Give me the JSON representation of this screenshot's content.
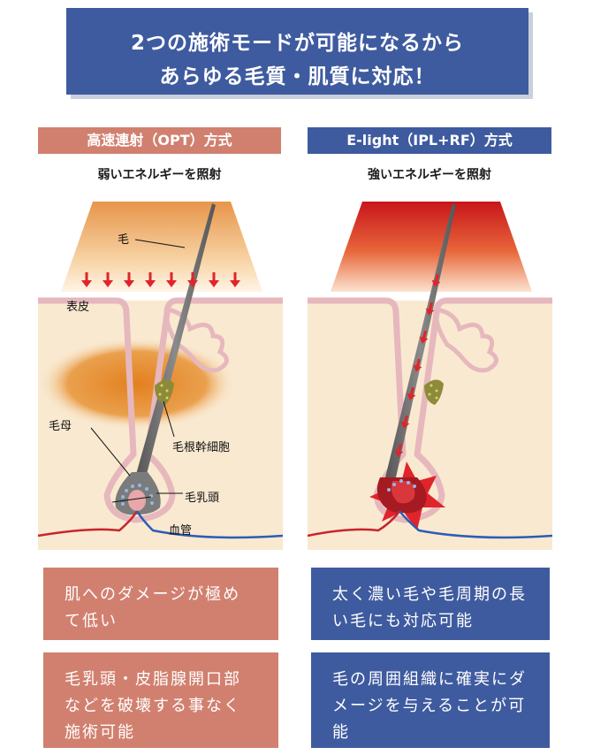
{
  "banner": {
    "line1": "2つの施術モードが可能になるから",
    "line2": "あらゆる毛質・肌質に対応！"
  },
  "modes": {
    "left": {
      "title": "高速連射（OPT）方式",
      "subtitle": "弱いエネルギーを照射",
      "color": "#d1806f",
      "boxes": [
        "肌へのダメージが極めて低い",
        "毛乳頭・皮脂腺開口部などを破壊する事なく施術可能"
      ]
    },
    "right": {
      "title": "E-light（IPL+RF）方式",
      "subtitle": "強いエネルギーを照射",
      "color": "#3f5b9f",
      "boxes": [
        "太く濃い毛や毛周期の長い毛にも対応可能",
        "毛の周囲組織に確実にダメージを与えることが可能"
      ]
    }
  },
  "labels": {
    "hair": "毛",
    "epidermis": "表皮",
    "hair_matrix": "毛母",
    "stem_cell": "毛根幹細胞",
    "papilla": "毛乳頭",
    "blood_vessel": "血管"
  },
  "colors": {
    "navy": "#3f5b9f",
    "salmon": "#d1806f",
    "arrow_red": "#e0242b",
    "skin": "#f9e9d0"
  }
}
